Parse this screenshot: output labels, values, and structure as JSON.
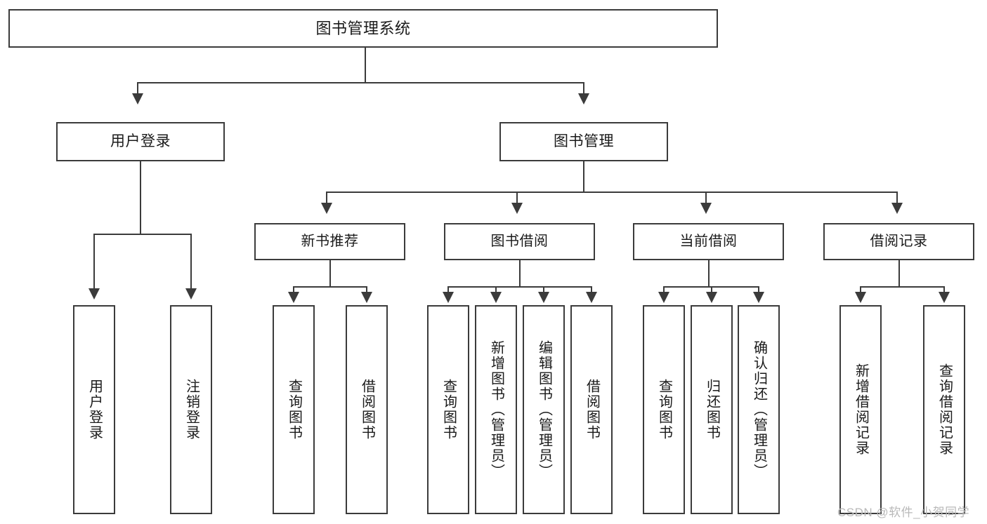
{
  "diagram": {
    "type": "hierarchy-tree",
    "title": "图书管理系统",
    "root": {
      "label": "图书管理系统"
    },
    "level1": [
      {
        "label": "用户登录"
      },
      {
        "label": "图书管理"
      }
    ],
    "level2": [
      {
        "label": "新书推荐"
      },
      {
        "label": "图书借阅"
      },
      {
        "label": "当前借阅"
      },
      {
        "label": "借阅记录"
      }
    ],
    "leaves": {
      "user_login": [
        {
          "label": "用户登录"
        },
        {
          "label": "注销登录"
        }
      ],
      "new_book_recommend": [
        {
          "label": "查询图书"
        },
        {
          "label": "借阅图书"
        }
      ],
      "book_borrow": [
        {
          "label": "查询图书"
        },
        {
          "label": "新增图书（管理员）"
        },
        {
          "label": "编辑图书（管理员）"
        },
        {
          "label": "借阅图书"
        }
      ],
      "current_borrow": [
        {
          "label": "查询图书"
        },
        {
          "label": "归还图书"
        },
        {
          "label": "确认归还（管理员）"
        }
      ],
      "borrow_record": [
        {
          "label": "新增借阅记录"
        },
        {
          "label": "查询借阅记录"
        }
      ]
    }
  },
  "watermark": {
    "text": "CSDN @软件_小贺同学"
  },
  "colors": {
    "background": "#ffffff",
    "box_fill": "#ffffff",
    "box_border": "#3b3b3b",
    "connector": "#3b3b3b",
    "text": "#1a1a1a",
    "watermark": "#b9b9b9"
  }
}
